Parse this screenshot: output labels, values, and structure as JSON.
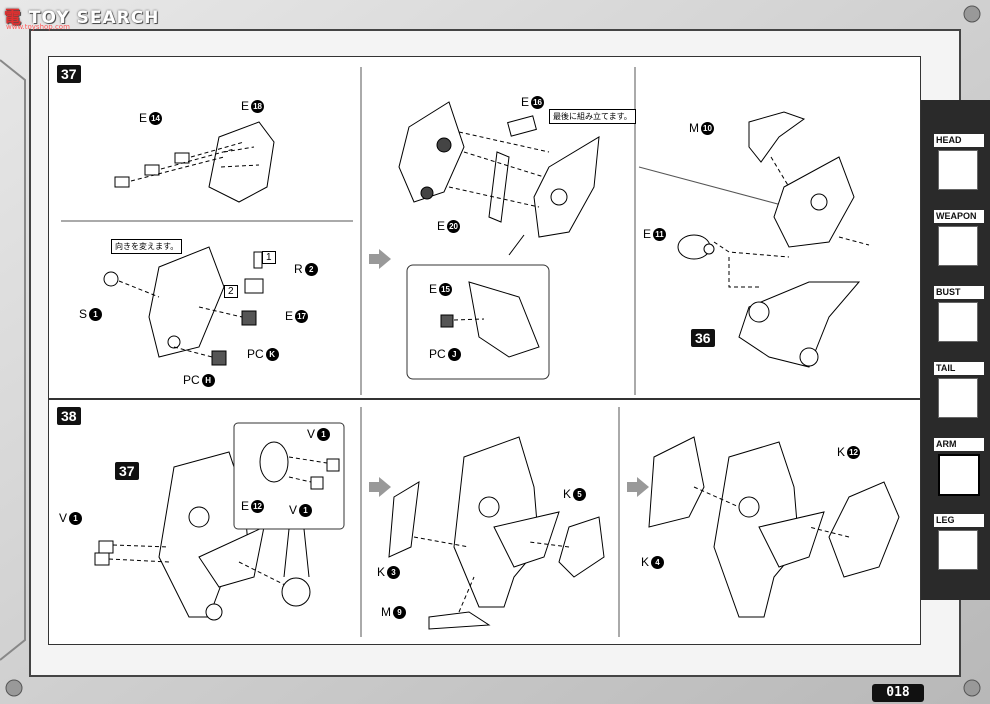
{
  "watermark": {
    "text_prefix": "電",
    "text_mid": "TOY SEARCH",
    "sub": "www.toyshop.com"
  },
  "steps": [
    {
      "number": "37"
    },
    {
      "number": "38"
    },
    {
      "number": "37"
    },
    {
      "number": "36"
    }
  ],
  "labels": {
    "e14": "E",
    "e14n": "14",
    "e18": "E",
    "e18n": "18",
    "e16": "E",
    "e16n": "16",
    "m10": "M",
    "m10n": "10",
    "e20": "E",
    "e20n": "20",
    "e11": "E",
    "e11n": "11",
    "s1": "S",
    "s1n": "1",
    "r2": "R",
    "r2n": "2",
    "e17": "E",
    "e17n": "17",
    "pck": "PC",
    "pckn": "K",
    "pch": "PC",
    "pchn": "H",
    "e15": "E",
    "e15n": "15",
    "pcj": "PC",
    "pcjn": "J",
    "v1a": "V",
    "v1an": "1",
    "v1b": "V",
    "v1bn": "1",
    "v1c": "V",
    "v1cn": "1",
    "e12": "E",
    "e12n": "12",
    "k3": "K",
    "k3n": "3",
    "k5": "K",
    "k5n": "5",
    "m9": "M",
    "m9n": "9",
    "k4": "K",
    "k4n": "4",
    "k12": "K",
    "k12n": "12",
    "sub1": "1",
    "sub2": "2"
  },
  "notes": {
    "change_direction": "向きを変えます。",
    "assemble_last": "最後に組み立てます。"
  },
  "tabs": [
    {
      "label": "HEAD",
      "icon": "head-icon"
    },
    {
      "label": "WEAPON",
      "icon": "weapon-icon"
    },
    {
      "label": "BUST",
      "icon": "bust-icon"
    },
    {
      "label": "TAIL",
      "icon": "tail-icon"
    },
    {
      "label": "ARM",
      "icon": "arm-icon",
      "active": true
    },
    {
      "label": "LEG",
      "icon": "leg-icon"
    }
  ],
  "page_number": "018"
}
